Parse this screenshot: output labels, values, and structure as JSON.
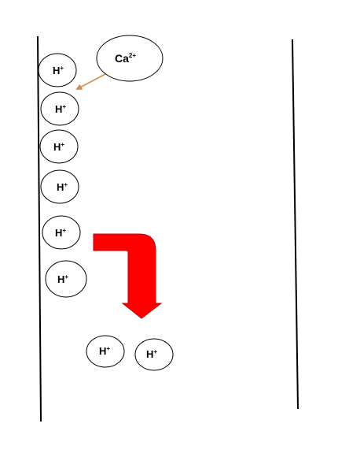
{
  "colors": {
    "wall": "#000000",
    "ion_outline": "#000000",
    "attraction_arrow": "#D98C45",
    "flow_arrow_fill": "#FF0000",
    "flow_arrow_outline": "#C00000"
  },
  "calcium_ion": {
    "symbol": "Ca",
    "charge": "2+"
  },
  "hydrogen_ion": {
    "symbol": "H",
    "charge": "+"
  },
  "counts": {
    "wall_h_ions": 6,
    "released_h_ions": 2
  }
}
